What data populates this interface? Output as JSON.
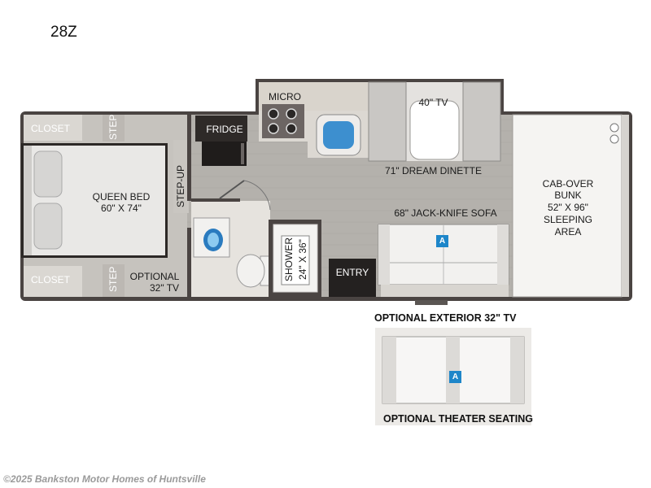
{
  "model": "28Z",
  "labels": {
    "closet_top": "CLOSET",
    "closet_bottom": "CLOSET",
    "step_top": "STEP",
    "step_bottom": "STEP",
    "step_up": "STEP-UP",
    "queen_bed_line1": "QUEEN BED",
    "queen_bed_line2": "60\" X 74\"",
    "optional_tv_line1": "OPTIONAL",
    "optional_tv_line2": "32\" TV",
    "micro": "MICRO",
    "fridge": "FRIDGE",
    "shower_line1": "SHOWER",
    "shower_line2": "24\" X 36\"",
    "entry": "ENTRY",
    "tv_40": "40\" TV",
    "dream_dinette": "71\" DREAM DINETTE",
    "jack_knife_sofa": "68\" JACK-KNIFE SOFA",
    "cab_over_line1": "CAB-OVER",
    "cab_over_line2": "BUNK",
    "cab_over_line3": "52\" X 96\"",
    "cab_over_line4": "SLEEPING",
    "cab_over_line5": "AREA",
    "sofa_badge": "A",
    "theater_badge": "A"
  },
  "captions": {
    "optional_exterior_tv": "OPTIONAL EXTERIOR 32\" TV",
    "optional_theater_seating": "OPTIONAL THEATER SEATING"
  },
  "watermark": "©2025 Bankston Motor Homes of Huntsville",
  "colors": {
    "floor": "#b5b2ad",
    "wall": "#4a4442",
    "cabinet": "#d9d4cc",
    "badge": "#1e86c9"
  }
}
